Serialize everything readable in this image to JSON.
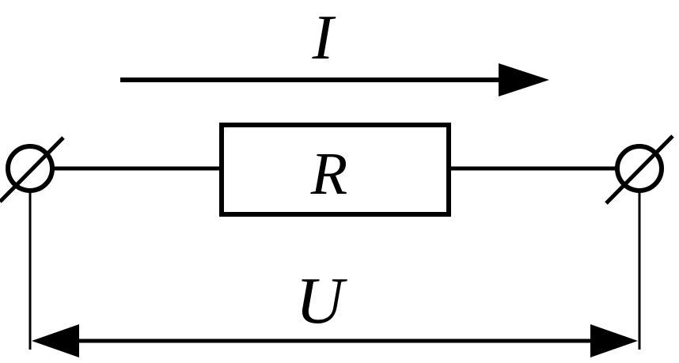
{
  "diagram": {
    "current_label": "I",
    "resistor_label": "R",
    "voltage_label": "U",
    "stroke_color": "#000000",
    "background_color": "#ffffff"
  }
}
